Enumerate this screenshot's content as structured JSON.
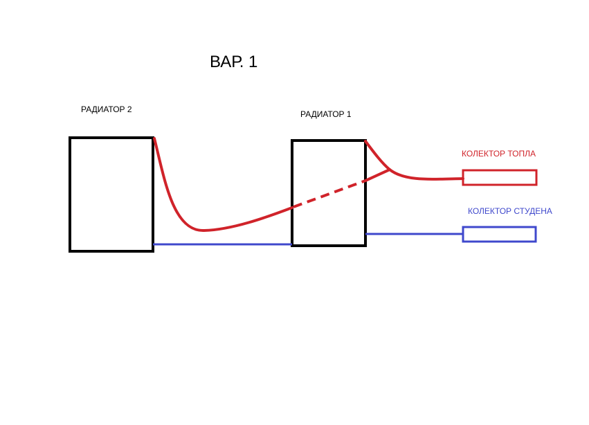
{
  "diagram": {
    "title": "ВАР. 1",
    "radiator_2_label": "РАДИАТОР 2",
    "radiator_1_label": "РАДИАТОР 1",
    "hot_manifold_label": "КОЛЕКТОР ТОПЛА",
    "cold_manifold_label": "КОЛЕКТОР СТУДЕНА"
  },
  "colors": {
    "hot": "#d0232a",
    "cold": "#3f48cc",
    "outline": "#000000",
    "background": "#ffffff"
  }
}
